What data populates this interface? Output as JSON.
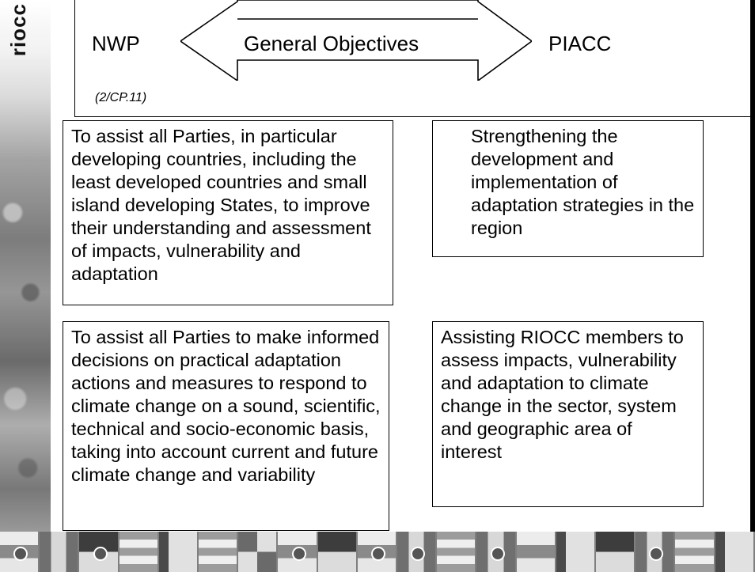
{
  "logo": {
    "text": "riocc"
  },
  "header": {
    "left_label": "NWP",
    "center_label": "General Objectives",
    "right_label": "PIACC",
    "reference": "(2/CP.11)"
  },
  "boxes": {
    "nwp_objective_1": "To assist all Parties, in particular developing countries, including the least developed countries and small island developing States, to improve their understanding and assessment of impacts, vulnerability and adaptation",
    "piacc_objective_1": "Strengthening the development and implementation of adaptation strategies in the region",
    "nwp_objective_2": "To assist all Parties to make informed decisions on practical adaptation actions and measures to respond to climate change on a sound, scientific, technical and socio-economic basis, taking into account current and future climate change and variability",
    "piacc_objective_2": "Assisting RIOCC members to assess impacts, vulnerability and adaptation to climate change  in the sector, system and geographic area of interest"
  },
  "colors": {
    "border": "#000000",
    "background": "#ffffff"
  }
}
